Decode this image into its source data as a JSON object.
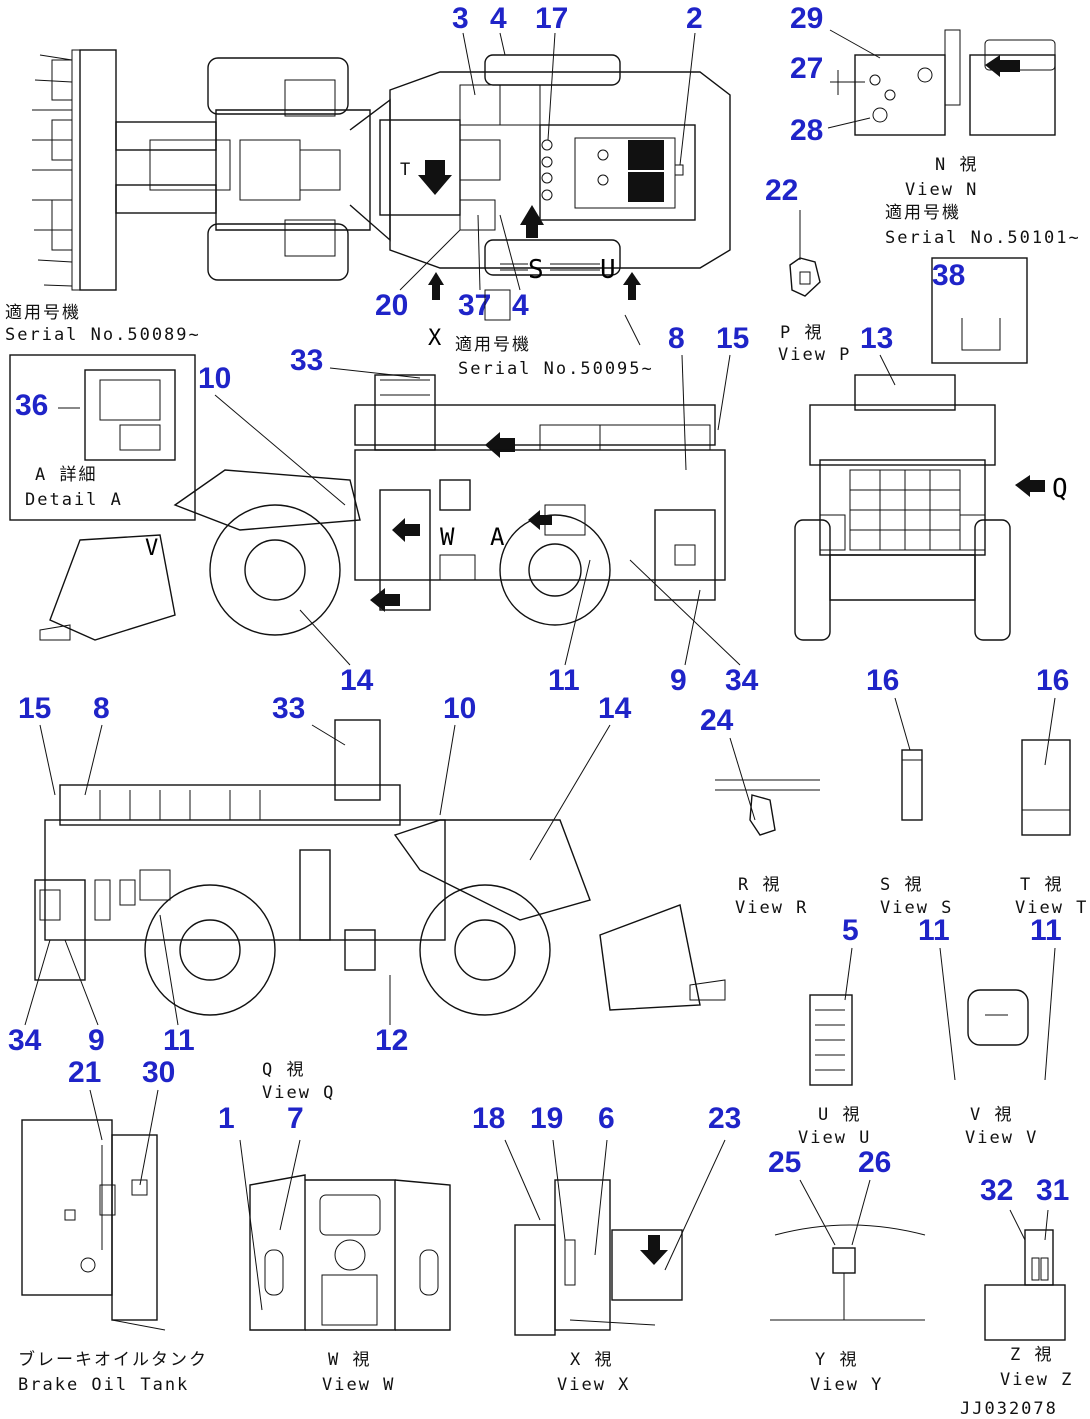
{
  "callouts": {
    "c3": "3",
    "c4a": "4",
    "c17": "17",
    "c2": "2",
    "c29": "29",
    "c27": "27",
    "c28": "28",
    "c22": "22",
    "c38": "38",
    "c20": "20",
    "c37": "37",
    "c4b": "4",
    "c8a": "8",
    "c15a": "15",
    "c13": "13",
    "c33a": "33",
    "c10a": "10",
    "c36": "36",
    "c14a": "14",
    "c11a": "11",
    "c9a": "9",
    "c34a": "34",
    "c15b": "15",
    "c8b": "8",
    "c33b": "33",
    "c10b": "10",
    "c14b": "14",
    "c24": "24",
    "c16a": "16",
    "c16b": "16",
    "c5": "5",
    "c11b": "11",
    "c11c": "11",
    "c34b": "34",
    "c9b": "9",
    "c11d": "11",
    "c12": "12",
    "c21": "21",
    "c30": "30",
    "c1": "1",
    "c7": "7",
    "c18": "18",
    "c19": "19",
    "c6": "6",
    "c23": "23",
    "c25": "25",
    "c26": "26",
    "c32": "32",
    "c31": "31"
  },
  "captions": {
    "view_n_jp": "N 視",
    "view_n_en": "View N",
    "serial_n_jp": "適用号機",
    "serial_n_en": "Serial No.50101~",
    "serial_top_jp": "適用号機",
    "serial_top_en": "Serial No.50089~",
    "serial_mid_jp": "適用号機",
    "serial_mid_en": "Serial No.50095~",
    "view_p_jp": "P 視",
    "view_p_en": "View P",
    "detail_a_jp": "A 詳細",
    "detail_a_en": "Detail A",
    "view_r_jp": "R 視",
    "view_r_en": "View R",
    "view_s_jp": "S 視",
    "view_s_en": "View S",
    "view_t_jp": "T 視",
    "view_t_en": "View T",
    "view_q_jp": "Q 視",
    "view_q_en": "View Q",
    "view_u_jp": "U 視",
    "view_u_en": "View U",
    "view_v_jp": "V 視",
    "view_v_en": "View V",
    "brake_jp": "ブレーキオイルタンク",
    "brake_en": "Brake Oil Tank",
    "view_w_jp": "W 視",
    "view_w_en": "View W",
    "view_x_jp": "X 視",
    "view_x_en": "View X",
    "view_y_jp": "Y 視",
    "view_y_en": "View Y",
    "view_z_jp": "Z 視",
    "view_z_en": "View Z",
    "drawing_no": "JJ032078"
  },
  "letters": {
    "s": "S",
    "u": "U",
    "t": "T",
    "x": "X",
    "w": "W",
    "a": "A",
    "v": "V",
    "n": "N",
    "p": "P",
    "q": "Q",
    "y": "Y",
    "r": "R",
    "z": "Z"
  },
  "colors": {
    "callout": "#1f24c8",
    "ink": "#111111",
    "background": "#ffffff"
  }
}
